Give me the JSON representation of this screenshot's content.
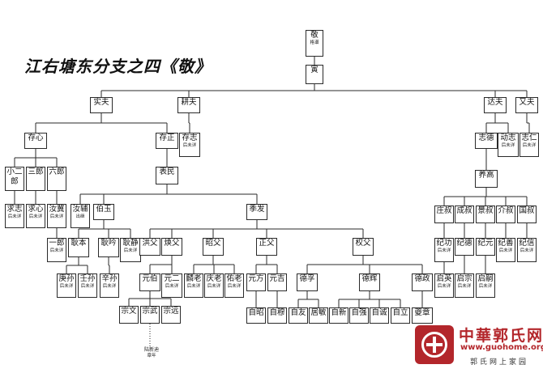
{
  "title": "江右塘东分支之四《敬》",
  "brand": {
    "name": "中華郭氏网",
    "url": "www.guohome.org",
    "slogan": "郭氏网上家园"
  },
  "nodes": {
    "jing": {
      "name": "敬",
      "note": "格谱"
    },
    "yin": {
      "name": "寅",
      "note": ""
    },
    "shifu": {
      "name": "实夫",
      "note": ""
    },
    "gengfu": {
      "name": "耕夫",
      "note": ""
    },
    "dafu": {
      "name": "达夫",
      "note": ""
    },
    "youfu": {
      "name": "又夫",
      "note": ""
    },
    "cunxin": {
      "name": "存心",
      "note": ""
    },
    "cunzheng": {
      "name": "存正",
      "note": ""
    },
    "cunzhi": {
      "name": "存志",
      "note": "后未详"
    },
    "zhide": {
      "name": "志德",
      "note": ""
    },
    "dongzhi": {
      "name": "动志",
      "note": "后未详"
    },
    "zhiren": {
      "name": "志仁",
      "note": "后未详"
    },
    "xiaoerlang": {
      "name": "小二郎",
      "note": ""
    },
    "sanlang": {
      "name": "三郎",
      "note": ""
    },
    "liulang": {
      "name": "六郎",
      "note": ""
    },
    "biaomin": {
      "name": "表民",
      "note": ""
    },
    "yanggao": {
      "name": "养高",
      "note": ""
    },
    "qiuzhi": {
      "name": "求志",
      "note": "后未详"
    },
    "qiuxin": {
      "name": "求心",
      "note": "后未详"
    },
    "ruji": {
      "name": "汝冀",
      "note": "后未详"
    },
    "rufu": {
      "name": "汝辅",
      "note": "出继"
    },
    "boyu": {
      "name": "伯玉",
      "note": ""
    },
    "jifa": {
      "name": "季发",
      "note": ""
    },
    "zhuangshu": {
      "name": "庄叔",
      "note": ""
    },
    "chengshu": {
      "name": "成叔",
      "note": ""
    },
    "jingshu": {
      "name": "景叔",
      "note": ""
    },
    "jieshu": {
      "name": "介叔",
      "note": ""
    },
    "guoshu": {
      "name": "国叔",
      "note": ""
    },
    "yilang": {
      "name": "一郎",
      "note": "后未详"
    },
    "gengben": {
      "name": "耿本",
      "note": ""
    },
    "gengyin": {
      "name": "耿吟",
      "note": ""
    },
    "gengjing": {
      "name": "耿静",
      "note": "后未详"
    },
    "hongfu": {
      "name": "洪父",
      "note": ""
    },
    "huanfu": {
      "name": "焕父",
      "note": ""
    },
    "zhaofu": {
      "name": "昭父",
      "note": ""
    },
    "zhengfu": {
      "name": "正父",
      "note": ""
    },
    "quanfu": {
      "name": "权父",
      "note": ""
    },
    "jigong": {
      "name": "纪功",
      "note": "后未详"
    },
    "jide": {
      "name": "纪德",
      "note": ""
    },
    "jiyuan": {
      "name": "纪元",
      "note": ""
    },
    "jishan": {
      "name": "纪善",
      "note": "后未详"
    },
    "jixin": {
      "name": "纪信",
      "note": "后未详"
    },
    "gengsun": {
      "name": "庚孙",
      "note": "后未详"
    },
    "rensun": {
      "name": "壬孙",
      "note": "后未详"
    },
    "xinsun": {
      "name": "辛孙",
      "note": "后未详"
    },
    "yuanbo": {
      "name": "元伯",
      "note": ""
    },
    "yuaner": {
      "name": "元二",
      "note": "后未详"
    },
    "linlao": {
      "name": "麟老",
      "note": "后未详"
    },
    "qinglao": {
      "name": "庆老",
      "note": "后未详"
    },
    "youlao": {
      "name": "佑老",
      "note": "后未详"
    },
    "yuanfang": {
      "name": "元方",
      "note": ""
    },
    "yuanji": {
      "name": "元吉",
      "note": ""
    },
    "dexu": {
      "name": "德孚",
      "note": ""
    },
    "dehui": {
      "name": "德辉",
      "note": ""
    },
    "dezheng": {
      "name": "德政",
      "note": ""
    },
    "qiying": {
      "name": "启英",
      "note": "后未详"
    },
    "qizong": {
      "name": "启宗",
      "note": "后未详"
    },
    "qisi": {
      "name": "启嗣",
      "note": "后未详"
    },
    "zongwen": {
      "name": "宗文",
      "note": ""
    },
    "zongwu": {
      "name": "宗武",
      "note": ""
    },
    "zongyuan": {
      "name": "宗远",
      "note": ""
    },
    "zizhao": {
      "name": "自昭",
      "note": ""
    },
    "zimu": {
      "name": "自穆",
      "note": ""
    },
    "ziyou": {
      "name": "自友",
      "note": ""
    },
    "jumin": {
      "name": "居敏",
      "note": ""
    },
    "zixin": {
      "name": "自新",
      "note": ""
    },
    "ziqiang": {
      "name": "自强",
      "note": ""
    },
    "zicheng": {
      "name": "自诚",
      "note": ""
    },
    "zili": {
      "name": "自立",
      "note": ""
    },
    "kuizhang": {
      "name": "夔章",
      "note": ""
    },
    "zhaoxinshu": {
      "name": "陆新迪",
      "note": "章年"
    }
  },
  "edges": [
    [
      "jing",
      "yin"
    ],
    [
      "yin",
      "shifu"
    ],
    [
      "yin",
      "gengfu"
    ],
    [
      "yin",
      "dafu"
    ],
    [
      "yin",
      "youfu"
    ],
    [
      "shifu",
      "cunxin"
    ],
    [
      "shifu",
      "cunzheng"
    ],
    [
      "gengfu",
      "cunzhi"
    ],
    [
      "dafu",
      "zhide"
    ],
    [
      "dafu",
      "dongzhi"
    ],
    [
      "youfu",
      "zhiren"
    ],
    [
      "cunxin",
      "xiaoerlang"
    ],
    [
      "cunxin",
      "sanlang"
    ],
    [
      "cunxin",
      "liulang"
    ],
    [
      "cunzheng",
      "biaomin"
    ],
    [
      "zhide",
      "yanggao"
    ],
    [
      "xiaoerlang",
      "qiuzhi"
    ],
    [
      "sanlang",
      "qiuxin"
    ],
    [
      "liulang",
      "ruji"
    ],
    [
      "biaomin",
      "rufu"
    ],
    [
      "biaomin",
      "boyu"
    ],
    [
      "biaomin",
      "jifa"
    ],
    [
      "yanggao",
      "zhuangshu"
    ],
    [
      "yanggao",
      "chengshu"
    ],
    [
      "yanggao",
      "jingshu"
    ],
    [
      "yanggao",
      "jieshu"
    ],
    [
      "yanggao",
      "guoshu"
    ],
    [
      "ruji",
      "yilang"
    ],
    [
      "boyu",
      "gengben"
    ],
    [
      "boyu",
      "gengyin"
    ],
    [
      "boyu",
      "gengjing"
    ],
    [
      "jifa",
      "hongfu"
    ],
    [
      "jifa",
      "huanfu"
    ],
    [
      "jifa",
      "zhaofu"
    ],
    [
      "jifa",
      "zhengfu"
    ],
    [
      "jifa",
      "quanfu"
    ],
    [
      "zhuangshu",
      "jigong"
    ],
    [
      "chengshu",
      "jide"
    ],
    [
      "jingshu",
      "jiyuan"
    ],
    [
      "jieshu",
      "jishan"
    ],
    [
      "guoshu",
      "jixin"
    ],
    [
      "gengben",
      "gengsun"
    ],
    [
      "gengben",
      "rensun"
    ],
    [
      "gengyin",
      "xinsun"
    ],
    [
      "huanfu",
      "yuanbo"
    ],
    [
      "huanfu",
      "yuaner"
    ],
    [
      "zhaofu",
      "linlao"
    ],
    [
      "zhaofu",
      "qinglao"
    ],
    [
      "zhaofu",
      "youlao"
    ],
    [
      "zhengfu",
      "yuanfang"
    ],
    [
      "zhengfu",
      "yuanji"
    ],
    [
      "quanfu",
      "dexu"
    ],
    [
      "quanfu",
      "dehui"
    ],
    [
      "quanfu",
      "dezheng"
    ],
    [
      "jigong",
      "qiying"
    ],
    [
      "jide",
      "qizong"
    ],
    [
      "jiyuan",
      "qisi"
    ],
    [
      "yuanbo",
      "zongwen"
    ],
    [
      "yuanbo",
      "zongwu"
    ],
    [
      "yuanbo",
      "zongyuan"
    ],
    [
      "yuanfang",
      "zizhao"
    ],
    [
      "yuanji",
      "zimu"
    ],
    [
      "dexu",
      "ziyou"
    ],
    [
      "dexu",
      "jumin"
    ],
    [
      "dehui",
      "zixin"
    ],
    [
      "dehui",
      "ziqiang"
    ],
    [
      "dehui",
      "zicheng"
    ],
    [
      "dehui",
      "zili"
    ],
    [
      "dezheng",
      "kuizhang"
    ]
  ],
  "dotted_edges": [
    [
      "zongwu",
      "zhaoxinshu"
    ]
  ]
}
